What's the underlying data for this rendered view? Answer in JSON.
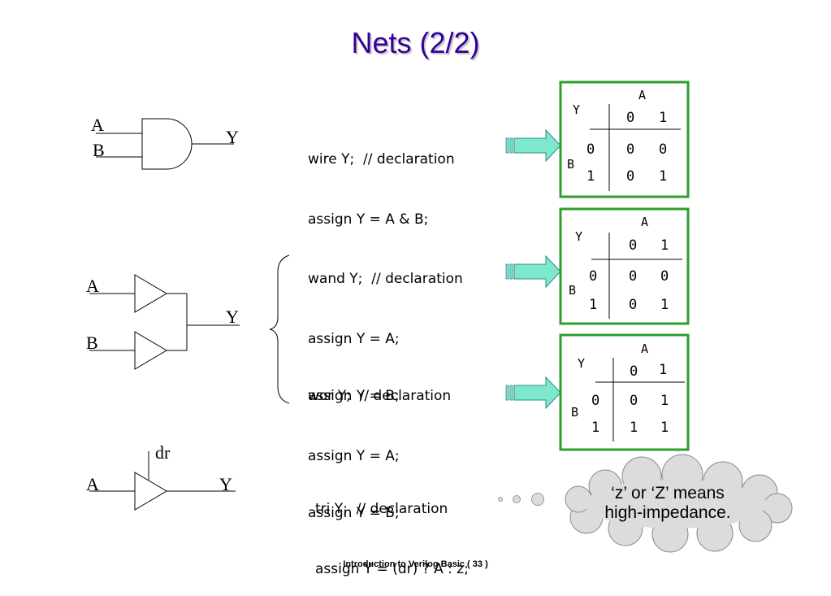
{
  "title": "Nets (2/2)",
  "footer": "Introduction to Verilog Basic  ( 33 )",
  "gates": {
    "and_gate": {
      "in_a": "A",
      "in_b": "B",
      "out": "Y"
    },
    "buffers": {
      "in_a": "A",
      "in_b": "B",
      "out": "Y"
    },
    "tri_buffer": {
      "control": "dr",
      "in": "A",
      "out": "Y"
    }
  },
  "code": {
    "wire": {
      "line1": "wire Y;  // declaration",
      "line2": "assign Y = A & B;"
    },
    "wand": {
      "line1": "wand Y;  // declaration",
      "line2": "assign Y = A;",
      "line3": "assign Y = B;"
    },
    "wor": {
      "line1": "wor Y;  // declaration",
      "line2": "assign Y = A;",
      "line3": "assign Y = B;"
    },
    "tri": {
      "line1": "tri Y;  // declaration",
      "line2": "assign Y = (dr) ? A : z;"
    }
  },
  "truth_tables": [
    {
      "y": "Y",
      "a": "A",
      "b": "B",
      "a0": "0",
      "a1": "1",
      "b0": "0",
      "b1": "1",
      "r00": "0",
      "r01": "0",
      "r10": "0",
      "r11": "1"
    },
    {
      "y": "Y",
      "a": "A",
      "b": "B",
      "a0": "0",
      "a1": "1",
      "b0": "0",
      "b1": "1",
      "r00": "0",
      "r01": "0",
      "r10": "0",
      "r11": "1"
    },
    {
      "y": "Y",
      "a": "A",
      "b": "B",
      "a0": "0",
      "a1": "1",
      "b0": "0",
      "b1": "1",
      "r00": "0",
      "r01": "1",
      "r10": "1",
      "r11": "1"
    }
  ],
  "callout": {
    "line1": "‘z’ or ‘Z’ means",
    "line2": "high-impedance."
  },
  "colors": {
    "title": "#330099",
    "table_border": "#2e9e2e",
    "arrow_fill": "#7ee8cc",
    "arrow_stroke": "#2e8a8a",
    "cloud_fill": "#dcdcdc"
  }
}
